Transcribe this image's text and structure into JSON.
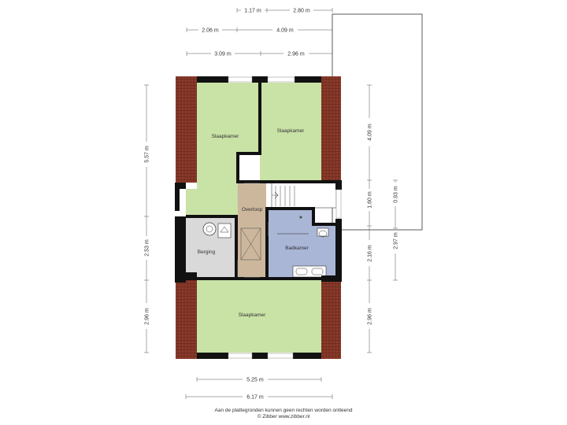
{
  "rooms": {
    "slaapkamer_top_left": "Slaapkamer",
    "slaapkamer_top_right": "Slaapkamer",
    "slaapkamer_bottom": "Slaapkamer",
    "overloop": "Overloop",
    "berging": "Berging",
    "badkamer": "Badkamer"
  },
  "dimensions": {
    "top_row1_left": "1.17 m",
    "top_row1_right": "2.80 m",
    "top_row2_left": "2.06 m",
    "top_row2_right": "4.09 m",
    "top_row3_left": "3.09 m",
    "top_row3_right": "2.96 m",
    "left_top": "5.57 m",
    "left_middle": "2.53 m",
    "left_bottom": "2.96 m",
    "right_top": "4.09 m",
    "right_mid1": "1.60 m",
    "right_mid2": "2.16 m",
    "right_bottom": "2.96 m",
    "far_right_top": "0.93 m",
    "far_right_bottom": "2.97 m",
    "bottom_inner": "5.25 m",
    "bottom_outer": "6.17 m"
  },
  "footer": {
    "disclaimer": "Aan de plattegronden kunnen geen rechten worden ontleend",
    "credit": "© Zibber www.zibber.nl"
  },
  "colors": {
    "bedroom": "#c9e2a6",
    "landing": "#cdb79c",
    "storage": "#d9d9d9",
    "bathroom": "#a9b6d6",
    "roof": "#8b3a2a",
    "wall": "#111111"
  }
}
